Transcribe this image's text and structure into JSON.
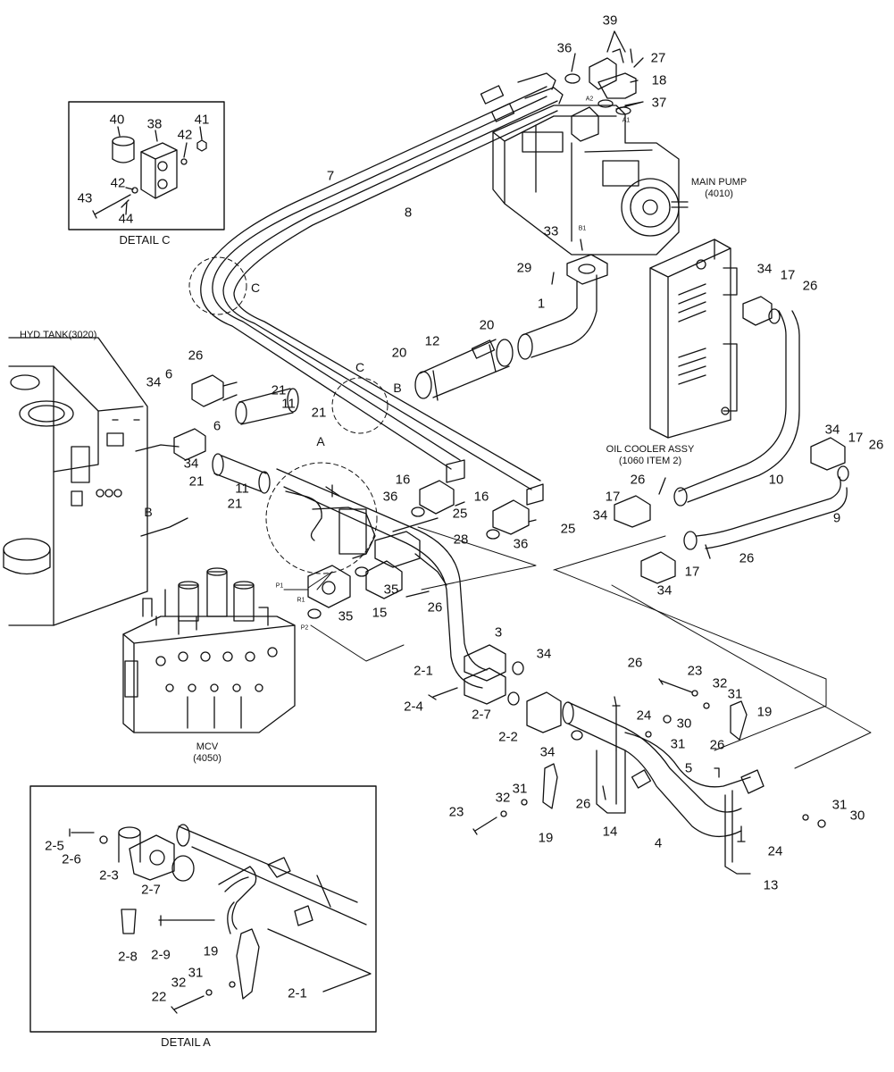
{
  "titles": {
    "main_pump": "MAIN PUMP",
    "main_pump_code": "(4010)",
    "hyd_tank": "HYD TANK(3020)",
    "oil_cooler": "OIL COOLER ASSY",
    "oil_cooler_code": "(1060 ITEM 2)",
    "mcv": "MCV",
    "mcv_code": "(4050)",
    "detail_a": "DETAIL A",
    "detail_c": "DETAIL C"
  },
  "port_labels": {
    "a1": "A1",
    "a2": "A2",
    "b1": "B1",
    "p1": "P1",
    "p2": "P2",
    "r1": "R1"
  },
  "ref_letters": {
    "a": "A",
    "b": "B",
    "c": "C"
  },
  "callouts": [
    {
      "id": "c39",
      "label": "39"
    },
    {
      "id": "c36t",
      "label": "36"
    },
    {
      "id": "c27",
      "label": "27"
    },
    {
      "id": "c18",
      "label": "18"
    },
    {
      "id": "c37",
      "label": "37"
    },
    {
      "id": "c40",
      "label": "40"
    },
    {
      "id": "c38",
      "label": "38"
    },
    {
      "id": "c41",
      "label": "41"
    },
    {
      "id": "c42a",
      "label": "42"
    },
    {
      "id": "c42b",
      "label": "42"
    },
    {
      "id": "c43",
      "label": "43"
    },
    {
      "id": "c44",
      "label": "44"
    },
    {
      "id": "c7",
      "label": "7"
    },
    {
      "id": "c8",
      "label": "8"
    },
    {
      "id": "c33",
      "label": "33"
    },
    {
      "id": "c29",
      "label": "29"
    },
    {
      "id": "c1",
      "label": "1"
    },
    {
      "id": "c34a",
      "label": "34"
    },
    {
      "id": "c17a",
      "label": "17"
    },
    {
      "id": "c26a",
      "label": "26"
    },
    {
      "id": "c20a",
      "label": "20"
    },
    {
      "id": "c20b",
      "label": "20"
    },
    {
      "id": "c12",
      "label": "12"
    },
    {
      "id": "c26b",
      "label": "26"
    },
    {
      "id": "c6a",
      "label": "6"
    },
    {
      "id": "c34b",
      "label": "34"
    },
    {
      "id": "c21a",
      "label": "21"
    },
    {
      "id": "c11a",
      "label": "11"
    },
    {
      "id": "c21b",
      "label": "21"
    },
    {
      "id": "c6b",
      "label": "6"
    },
    {
      "id": "c34c",
      "label": "34"
    },
    {
      "id": "c21c",
      "label": "21"
    },
    {
      "id": "c11b",
      "label": "11"
    },
    {
      "id": "c21d",
      "label": "21"
    },
    {
      "id": "c16a",
      "label": "16"
    },
    {
      "id": "c36a",
      "label": "36"
    },
    {
      "id": "c25a",
      "label": "25"
    },
    {
      "id": "c16b",
      "label": "16"
    },
    {
      "id": "c25b",
      "label": "25"
    },
    {
      "id": "c36b",
      "label": "36"
    },
    {
      "id": "c28",
      "label": "28"
    },
    {
      "id": "c35a",
      "label": "35"
    },
    {
      "id": "c35b",
      "label": "35"
    },
    {
      "id": "c15",
      "label": "15"
    },
    {
      "id": "c26c",
      "label": "26"
    },
    {
      "id": "c34d",
      "label": "34"
    },
    {
      "id": "c17b",
      "label": "17"
    },
    {
      "id": "c26d",
      "label": "26"
    },
    {
      "id": "c10",
      "label": "10"
    },
    {
      "id": "c26e",
      "label": "26"
    },
    {
      "id": "c17c",
      "label": "17"
    },
    {
      "id": "c34e",
      "label": "34"
    },
    {
      "id": "c9",
      "label": "9"
    },
    {
      "id": "c26f",
      "label": "26"
    },
    {
      "id": "c17d",
      "label": "17"
    },
    {
      "id": "c34f",
      "label": "34"
    },
    {
      "id": "c3",
      "label": "3"
    },
    {
      "id": "c34g",
      "label": "34"
    },
    {
      "id": "c2_1a",
      "label": "2-1"
    },
    {
      "id": "c2_4",
      "label": "2-4"
    },
    {
      "id": "c2_7a",
      "label": "2-7"
    },
    {
      "id": "c2_2",
      "label": "2-2"
    },
    {
      "id": "c34h",
      "label": "34"
    },
    {
      "id": "c26g",
      "label": "26"
    },
    {
      "id": "c24a",
      "label": "24"
    },
    {
      "id": "c23a",
      "label": "23"
    },
    {
      "id": "c32a",
      "label": "32"
    },
    {
      "id": "c31a",
      "label": "31"
    },
    {
      "id": "c19a",
      "label": "19"
    },
    {
      "id": "c30a",
      "label": "30"
    },
    {
      "id": "c31b",
      "label": "31"
    },
    {
      "id": "c26h",
      "label": "26"
    },
    {
      "id": "c5",
      "label": "5"
    },
    {
      "id": "c31c",
      "label": "31"
    },
    {
      "id": "c32b",
      "label": "32"
    },
    {
      "id": "c23b",
      "label": "23"
    },
    {
      "id": "c26i",
      "label": "26"
    },
    {
      "id": "c19b",
      "label": "19"
    },
    {
      "id": "c14",
      "label": "14"
    },
    {
      "id": "c4",
      "label": "4"
    },
    {
      "id": "c31d",
      "label": "31"
    },
    {
      "id": "c30b",
      "label": "30"
    },
    {
      "id": "c24b",
      "label": "24"
    },
    {
      "id": "c13",
      "label": "13"
    },
    {
      "id": "c2_5",
      "label": "2-5"
    },
    {
      "id": "c2_6",
      "label": "2-6"
    },
    {
      "id": "c2_3",
      "label": "2-3"
    },
    {
      "id": "c2_7b",
      "label": "2-7"
    },
    {
      "id": "c2_8",
      "label": "2-8"
    },
    {
      "id": "c2_9",
      "label": "2-9"
    },
    {
      "id": "c19c",
      "label": "19"
    },
    {
      "id": "c31e",
      "label": "31"
    },
    {
      "id": "c32c",
      "label": "32"
    },
    {
      "id": "c22",
      "label": "22"
    },
    {
      "id": "c2_1b",
      "label": "2-1"
    }
  ]
}
